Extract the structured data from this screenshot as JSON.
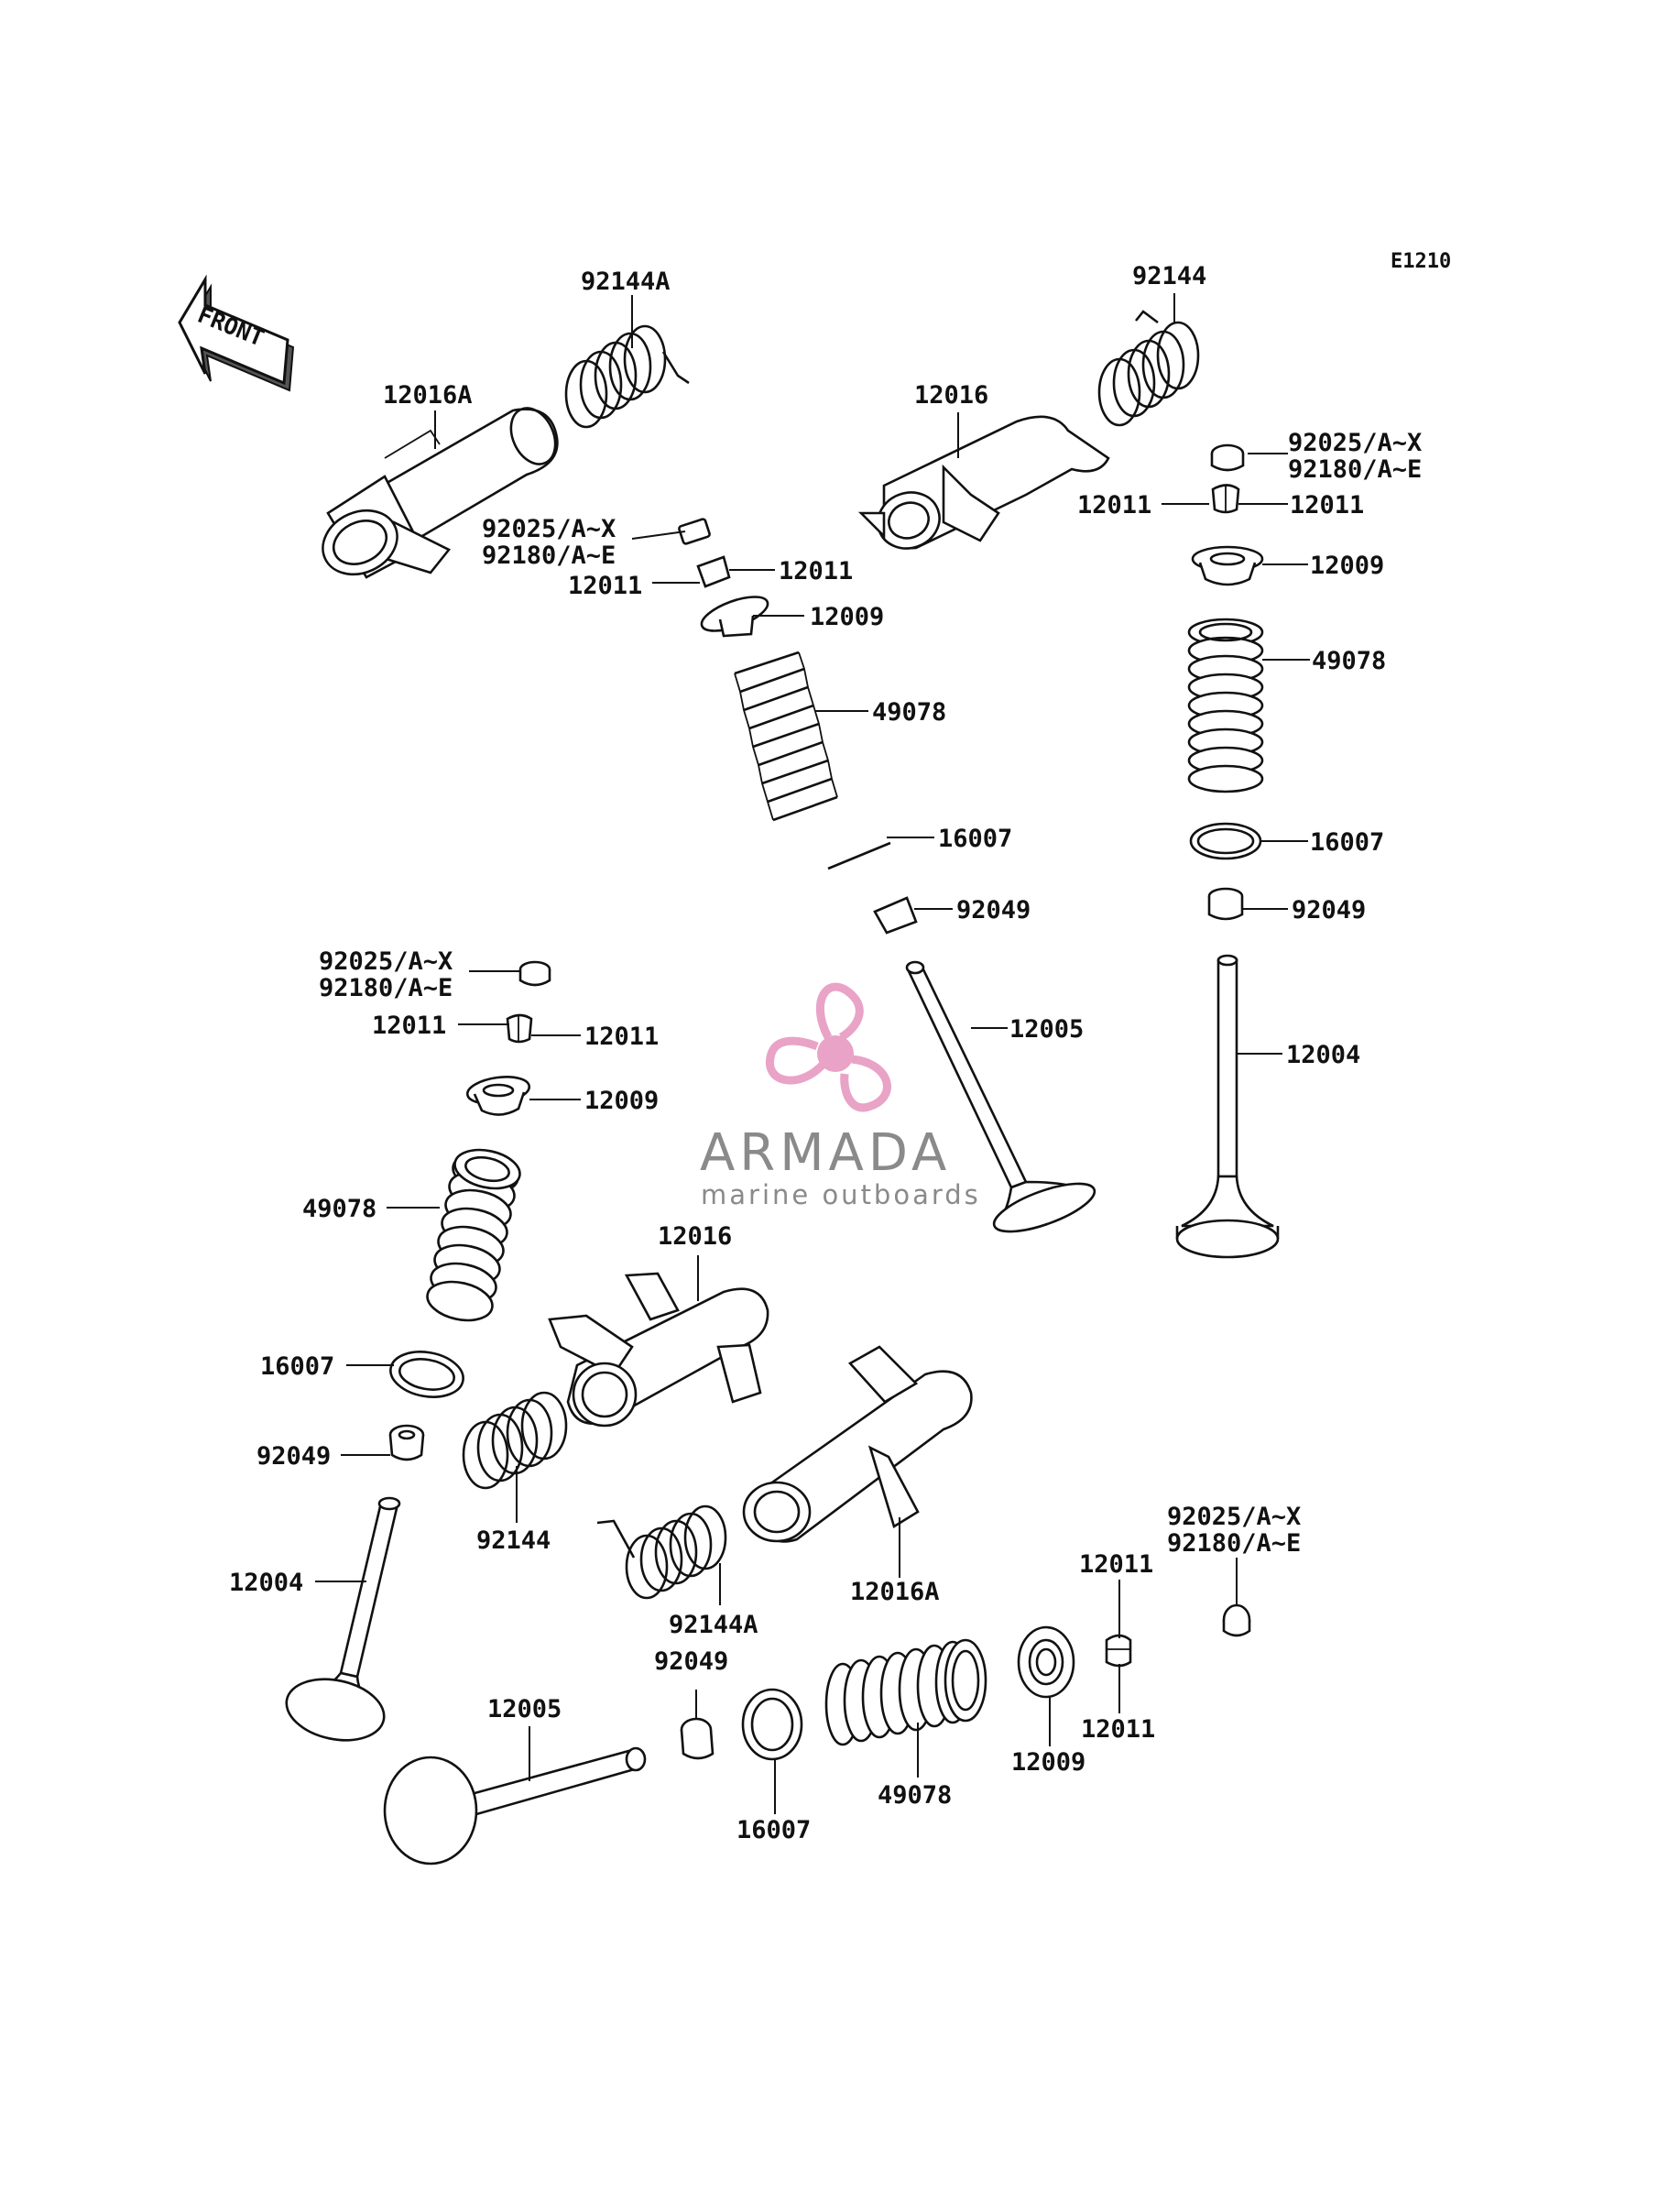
{
  "diagram": {
    "code": "E1210",
    "front_label": "FRONT",
    "watermark": {
      "name": "ARMADA",
      "tagline": "marine outboards",
      "brand_color": "#e9a3c7",
      "text_color": "#8a8a8a"
    },
    "labels": {
      "l_92144A_top": "92144A",
      "l_12016A_top": "12016A",
      "l_92025_tl": "92025/A~X",
      "l_92180_tl": "92180/A~E",
      "l_12011_tl_left": "12011",
      "l_12011_tl_right": "12011",
      "l_12009_tl": "12009",
      "l_49078_tl": "49078",
      "l_16007_tl": "16007",
      "l_92049_tl": "92049",
      "l_12005_mid": "12005",
      "l_92144_top": "92144",
      "l_12016_top": "12016",
      "l_92025_tr": "92025/A~X",
      "l_92180_tr": "92180/A~E",
      "l_12011_tr_left": "12011",
      "l_12011_tr_right": "12011",
      "l_12009_tr": "12009",
      "l_49078_tr": "49078",
      "l_16007_tr": "16007",
      "l_92049_tr": "92049",
      "l_12004_tr": "12004",
      "l_92025_ml": "92025/A~X",
      "l_92180_ml": "92180/A~E",
      "l_12011_ml_left": "12011",
      "l_12011_ml_right": "12011",
      "l_12009_ml": "12009",
      "l_49078_ml": "49078",
      "l_16007_ml": "16007",
      "l_92049_ml": "92049",
      "l_12004_bl": "12004",
      "l_12016_mid": "12016",
      "l_92144_mid": "92144",
      "l_92144A_bot": "92144A",
      "l_12016A_bot": "12016A",
      "l_12005_bot": "12005",
      "l_92049_bot": "92049",
      "l_16007_bot": "16007",
      "l_49078_bot": "49078",
      "l_12009_bot": "12009",
      "l_12011_br_top": "12011",
      "l_12011_br_bot": "12011",
      "l_92025_br": "92025/A~X",
      "l_92180_br": "92180/A~E"
    }
  }
}
